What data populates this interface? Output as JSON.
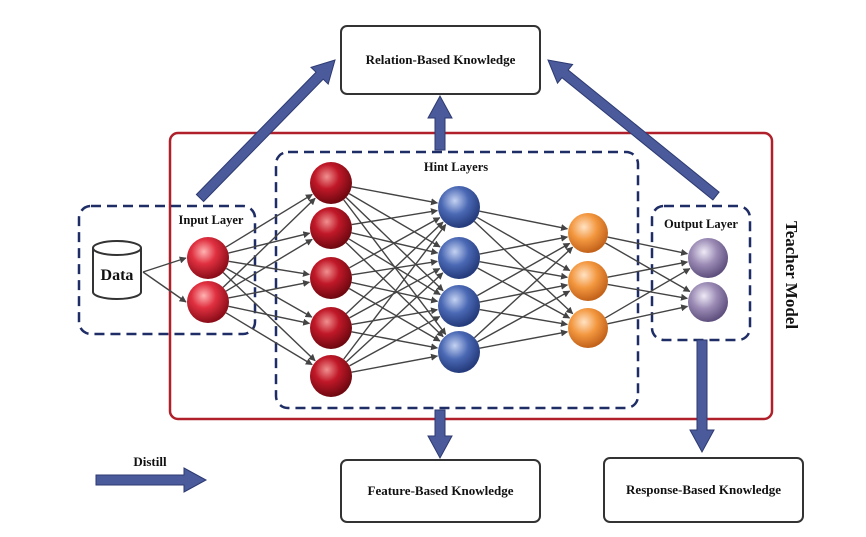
{
  "knowledge_boxes": {
    "relation": "Relation-Based Knowledge",
    "feature": "Feature-Based Knowledge",
    "response": "Response-Based Knowledge"
  },
  "regions": {
    "hint_layers": "Hint Layers",
    "input_layer": "Input Layer",
    "output_layer": "Output Layer",
    "teacher_model": "Teacher Model"
  },
  "data_label": "Data",
  "legend": {
    "distill_label": "Distill"
  },
  "colors": {
    "teacher_border": "#b0202a",
    "dashed_border": "#1f2d66",
    "arrow_fill": "#4a5a9a",
    "connection": "#444444",
    "input_node": "#d8283a",
    "hint_red_node": "#c8182c",
    "hint_blue_node": "#3e5aa8",
    "hint_orange_node": "#f08a3a",
    "output_node": "#8a7aa8"
  }
}
